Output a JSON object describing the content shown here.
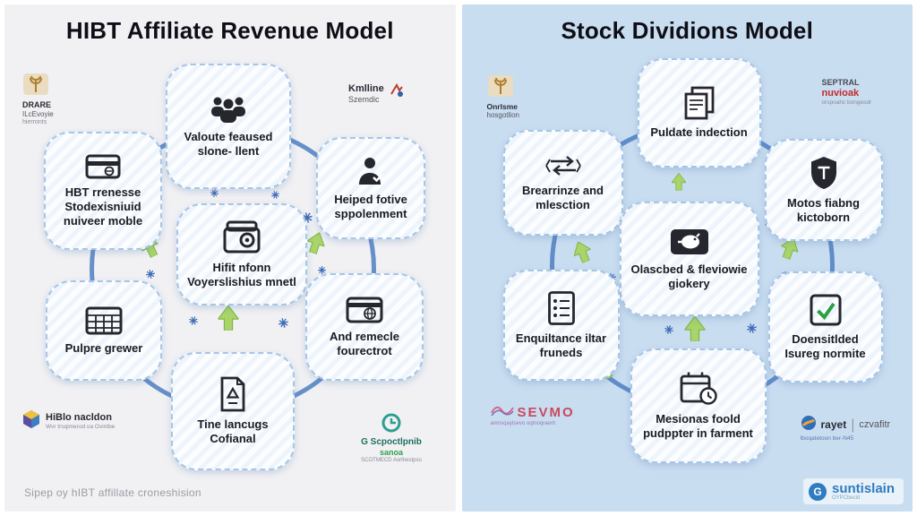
{
  "left": {
    "title": "HIBT Affiliate Revenue Model",
    "caption": "Sipep oy hIBT affillate croneshision",
    "nodes": [
      {
        "position": "top",
        "label": "Valoute feaused slone- llent",
        "icon": "people-group-icon"
      },
      {
        "position": "left-upper",
        "label": "HBT rrenesse Stodexisniuid nuiveer moble",
        "icon": "credit-card-icon"
      },
      {
        "position": "right-upper",
        "label": "Heiped fotive sppolenment",
        "icon": "person-check-icon"
      },
      {
        "position": "center",
        "label": "Hifit nfonn Voyerslishius mnetl",
        "icon": "wallet-camera-icon"
      },
      {
        "position": "left-lower",
        "label": "Pulpre grewer",
        "icon": "calendar-grid-icon"
      },
      {
        "position": "right-lower",
        "label": "And remecle fourectrot",
        "icon": "card-globe-icon"
      },
      {
        "position": "bottom",
        "label": "Tine lancugs Cofianal",
        "icon": "document-recycle-icon"
      }
    ],
    "logos": {
      "top_left": {
        "icon": "wheat-emblem-icon",
        "title": "DRARE",
        "line2": "ILcEvoyie",
        "line3": "hierronts"
      },
      "top_right": {
        "icon": "kmlline-mark-icon",
        "title": "Kmlline",
        "line2": "Szemdic"
      },
      "bottom_left": {
        "icon": "cube-icon",
        "title": "HiBlo nacldon",
        "line2": "Wvr trsqimerod oa Ovintbe"
      },
      "bottom_right": {
        "icon": "clock-ring-icon",
        "title": "G Scpoctlpnib",
        "line2": "sanoa",
        "line3": "SCOTMECD Aorthestpso"
      }
    }
  },
  "right": {
    "title": "Stock Dividions Model",
    "nodes": [
      {
        "position": "top",
        "label": "Puldate indection",
        "icon": "documents-icon"
      },
      {
        "position": "left-upper",
        "label": "Brearrinze and mlesction",
        "icon": "exchange-arrows-icon"
      },
      {
        "position": "right-upper",
        "label": "Motos fiabng kictoborn",
        "icon": "shield-icon"
      },
      {
        "position": "center",
        "label": "Olascbed & fleviowie giokery",
        "icon": "wallet-pig-icon"
      },
      {
        "position": "left-lower",
        "label": "Enquiltance iltar fruneds",
        "icon": "list-document-icon"
      },
      {
        "position": "right-lower",
        "label": "Doensitlded Isureg normite",
        "icon": "checkbox-check-icon"
      },
      {
        "position": "bottom",
        "label": "Mesionas foold pudppter in farment",
        "icon": "calendar-clock-icon"
      }
    ],
    "logos": {
      "top_left": {
        "icon": "wheat-emblem-icon",
        "title": "Onrlsme",
        "line2": "hosgotlion"
      },
      "top_right": {
        "title": "SEPTRAL",
        "line2": "nuvioak",
        "line3": "orspoahc bongesdr"
      },
      "bottom_left": {
        "icon": "sevmo-wave-icon",
        "title": "SEVMO",
        "line2": "anmsqaytsevo oqtnoqraertr"
      },
      "bottom_right": {
        "icon": "rayet-globe-icon",
        "title": "rayet",
        "line2": "czvafitr",
        "line3": "Iboqatetoon ber-N45"
      }
    },
    "watermark": {
      "icon": "g-badge-icon",
      "title": "suntislain",
      "line2": "OYPCbecid"
    }
  },
  "colors": {
    "left_background": "#f1f1f4",
    "right_background": "#c9ddf1",
    "ring_blue": "#4d7fc1",
    "arrow_green": "#a8d469",
    "sparkle_blue": "#3e6cb8",
    "title_text": "#0e0e16"
  }
}
